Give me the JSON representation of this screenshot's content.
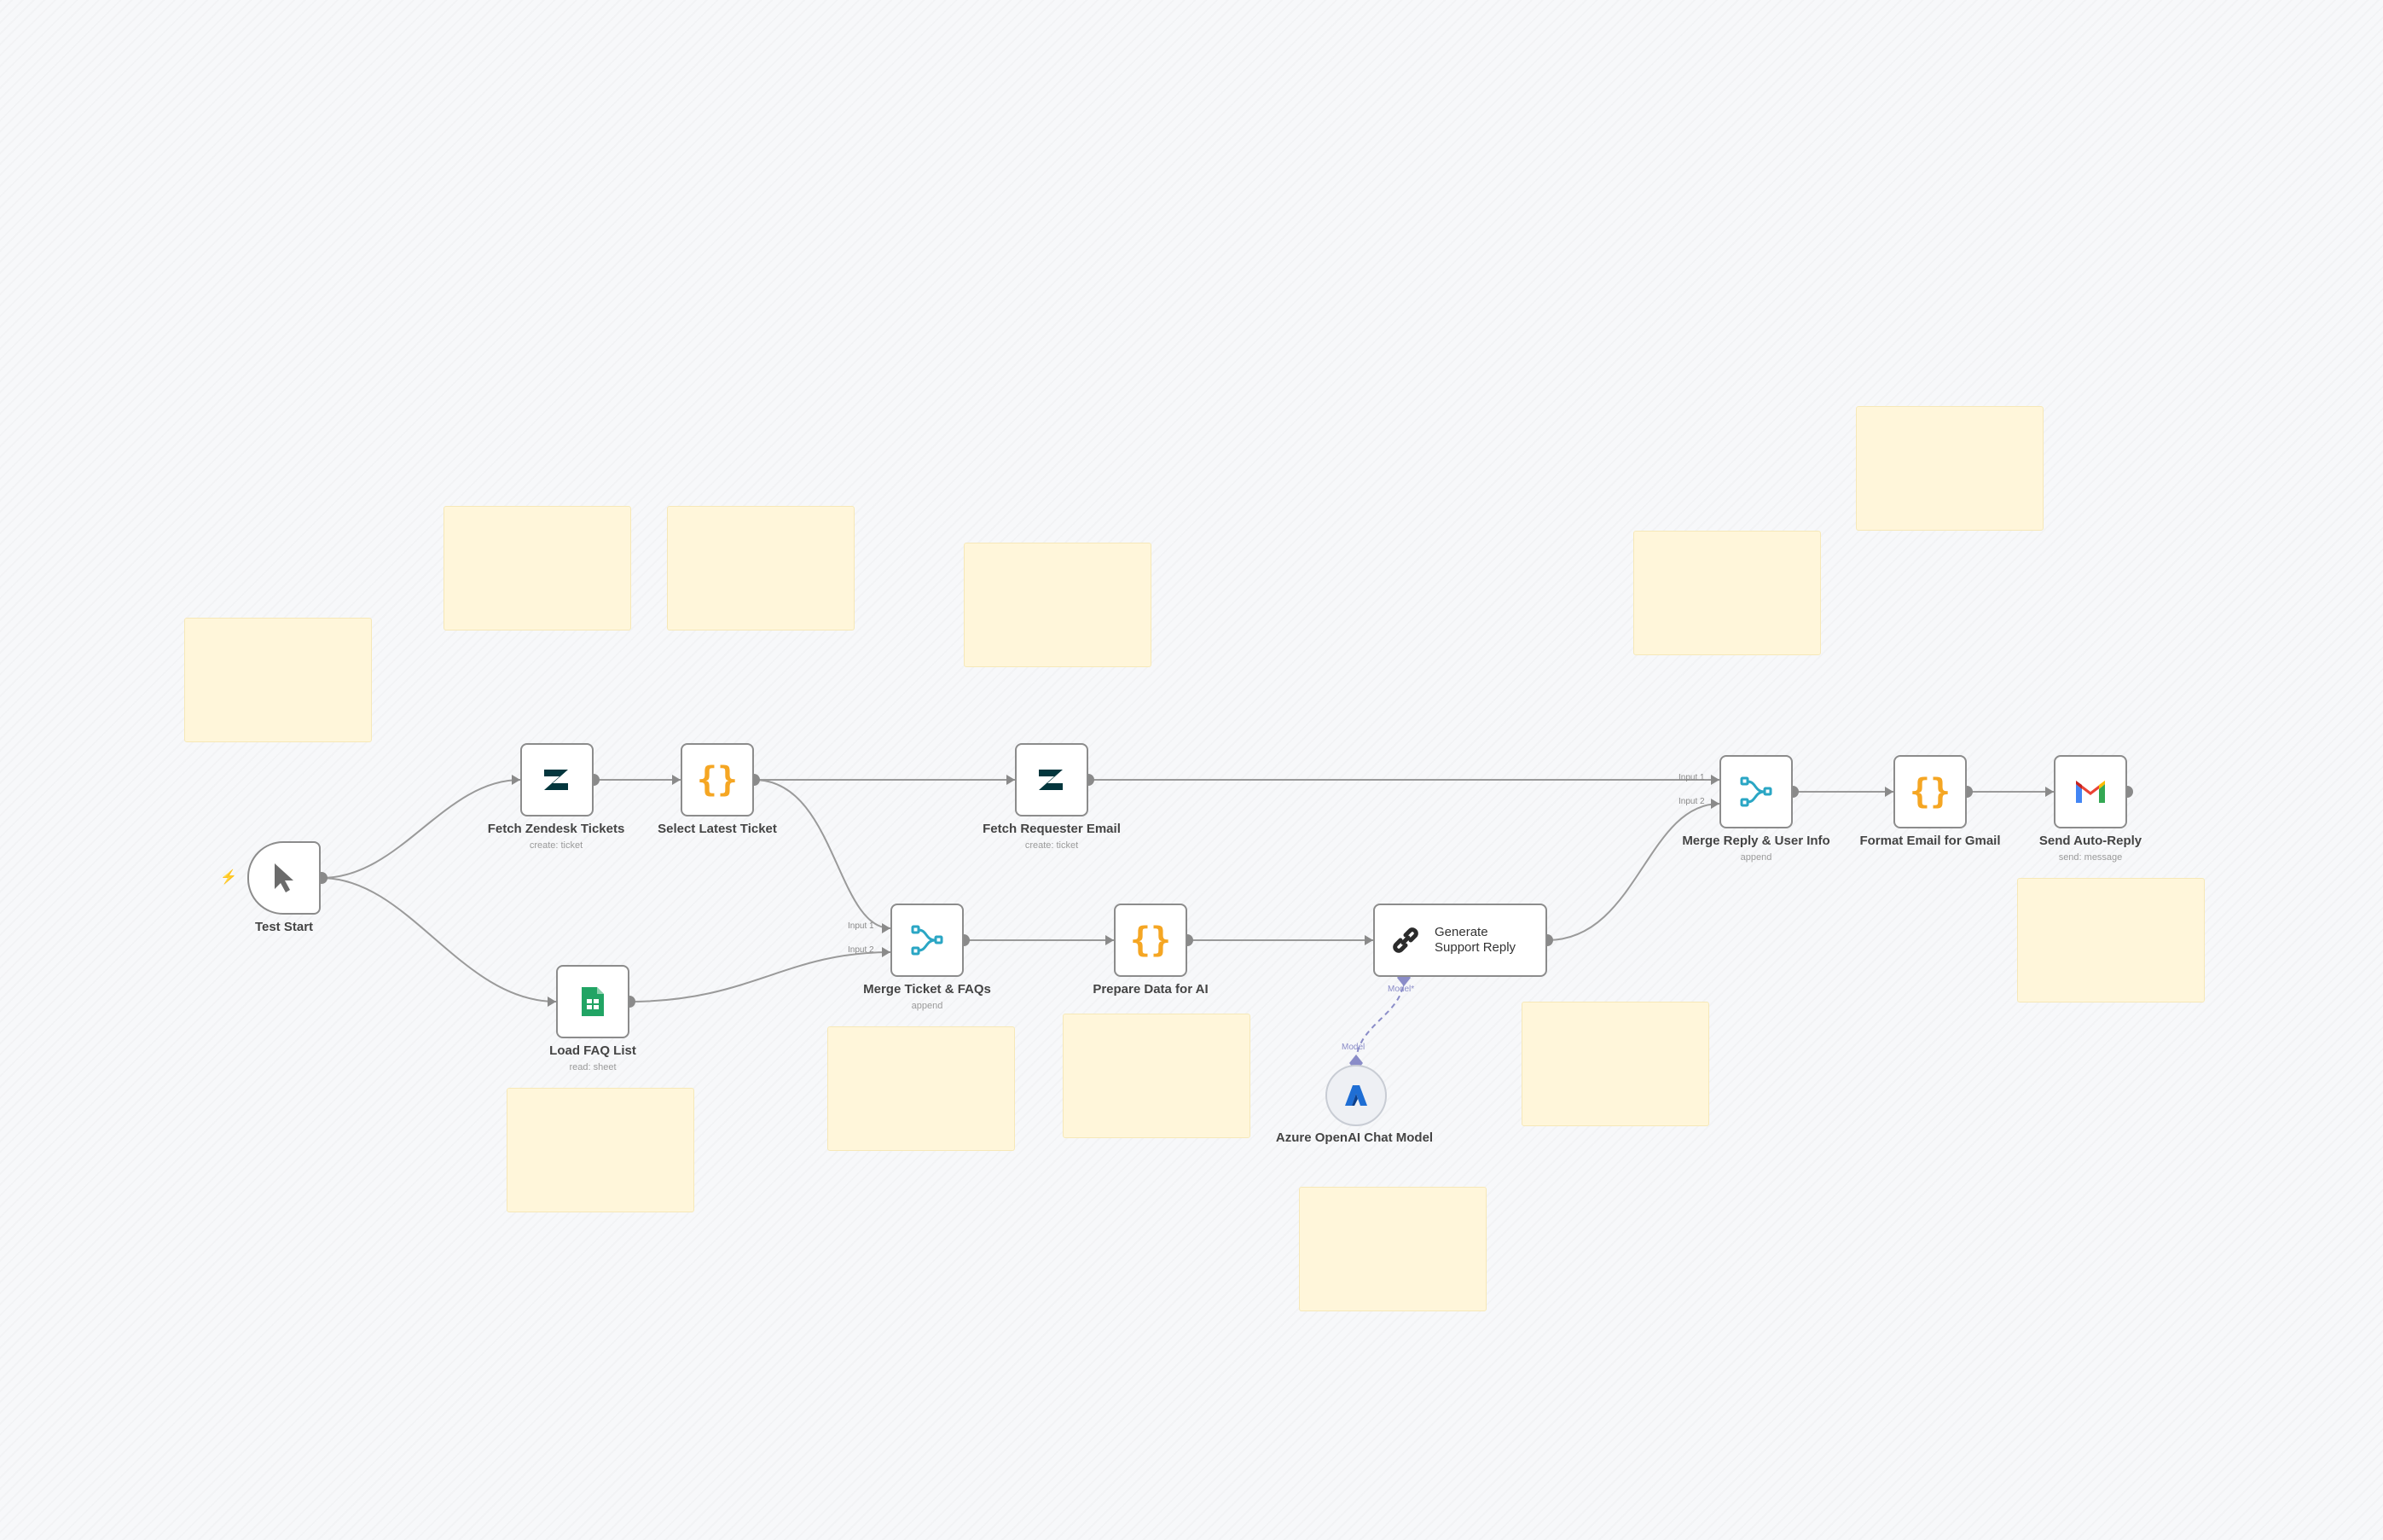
{
  "workflow": {
    "nodes": {
      "test_start": {
        "label": "Test Start",
        "icon": "cursor-icon"
      },
      "fetch_zendesk": {
        "label": "Fetch Zendesk Tickets",
        "sub": "create: ticket",
        "icon": "zendesk-icon"
      },
      "select_latest": {
        "label": "Select Latest Ticket",
        "icon": "code-icon"
      },
      "fetch_requester": {
        "label": "Fetch Requester Email",
        "sub": "create: ticket",
        "icon": "zendesk-icon"
      },
      "load_faq": {
        "label": "Load FAQ List",
        "sub": "read: sheet",
        "icon": "google-sheets-icon"
      },
      "merge_ticket": {
        "label": "Merge Ticket & FAQs",
        "sub": "append",
        "icon": "merge-icon",
        "input1": "Input 1",
        "input2": "Input 2"
      },
      "prepare_data": {
        "label": "Prepare Data for AI",
        "icon": "code-icon"
      },
      "generate_reply": {
        "label": "Generate Support Reply",
        "icon": "chain-link-icon",
        "port": "Model*"
      },
      "azure_model": {
        "label": "Azure OpenAI Chat Model",
        "icon": "azure-openai-icon",
        "port": "Model"
      },
      "merge_reply": {
        "label": "Merge Reply & User Info",
        "sub": "append",
        "icon": "merge-icon",
        "input1": "Input 1",
        "input2": "Input 2"
      },
      "format_email": {
        "label": "Format Email for Gmail",
        "icon": "code-icon"
      },
      "send_reply": {
        "label": "Send Auto-Reply",
        "sub": "send: message",
        "icon": "gmail-icon"
      }
    },
    "colors": {
      "canvas": "#f7f8fa",
      "sticky": "#fff6da",
      "edge": "#9a9a9a",
      "node_border": "#8c8c8c",
      "code_accent": "#f5a623",
      "merge_accent": "#2aa6c4",
      "sheets_green": "#21a464",
      "zendesk_dark": "#03363d",
      "trigger_bolt": "#ff5a5a",
      "model_link": "#8a8cc8"
    }
  }
}
